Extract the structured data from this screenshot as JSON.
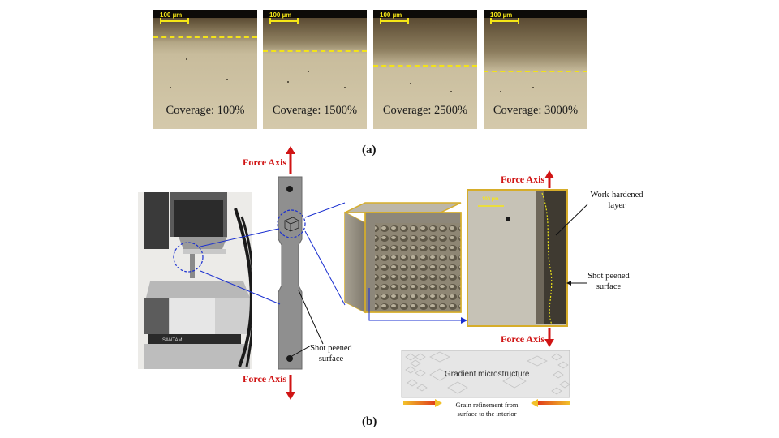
{
  "panel_a": {
    "scale_bar": "100 µm",
    "micrographs": [
      {
        "coverage": "Coverage: 100%"
      },
      {
        "coverage": "Coverage: 1500%"
      },
      {
        "coverage": "Coverage: 2500%"
      },
      {
        "coverage": "Coverage: 3000%"
      }
    ],
    "label": "(a)"
  },
  "panel_b": {
    "force_axis": "Force Axis",
    "specimen_note": "Shot peened\nsurface",
    "machine_brand": "SANTAM",
    "micrograph_scale_bar": "100 µm",
    "work_hardened": "Work-hardened\nlayer",
    "shot_peened_surface": "Shot peened\nsurface",
    "gradient": "Gradient microstructure",
    "grain_refinement": "Grain refinement from\nsurface to the interior",
    "label": "(b)"
  },
  "colors": {
    "force_arrow": "#d01414",
    "dashed_line": "#f2e21a",
    "link_line": "#1a2fd0",
    "frame": "#d6ad2a"
  }
}
